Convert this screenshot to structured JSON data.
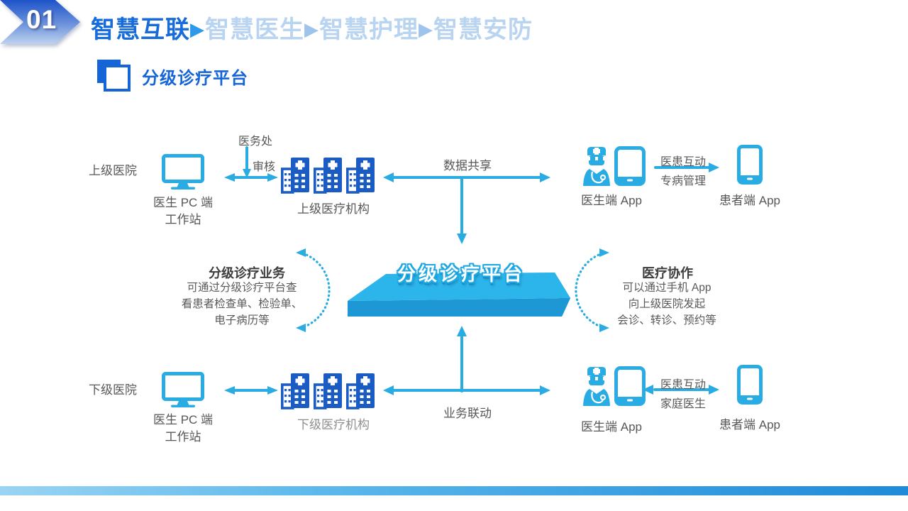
{
  "header": {
    "badge_number": "01",
    "separator": "▶",
    "title_active": "智慧互联",
    "title_rest": [
      "智慧医生",
      "智慧护理",
      "智慧安防"
    ],
    "subtitle": "分级诊疗平台"
  },
  "platform": {
    "label": "分级诊疗平台"
  },
  "upper": {
    "hospital": "上级医院",
    "ws1": "医生 PC 端",
    "ws2": "工作站",
    "dept": "医务处",
    "review": "审核",
    "org": "上级医疗机构",
    "share": "数据共享",
    "doctor_app": "医生端 App",
    "interact": "医患互动",
    "manage": "专病管理",
    "patient_app": "患者端 App"
  },
  "left_block": {
    "title": "分级诊疗业务",
    "line1": "可通过分级诊疗平台查",
    "line2": "看患者检查单、检验单、",
    "line3": "电子病历等"
  },
  "right_block": {
    "title": "医疗协作",
    "line1": "可以通过手机 App",
    "line2": "向上级医院发起",
    "line3": "会诊、转诊、预约等"
  },
  "lower": {
    "hospital": "下级医院",
    "ws1": "医生 PC 端",
    "ws2": "工作站",
    "org": "下级医疗机构",
    "linkage": "业务联动",
    "doctor_app": "医生端 App",
    "interact": "医患互动",
    "family": "家庭医生",
    "patient_app": "患者端 App"
  },
  "colors": {
    "title_blue": "#176bdb",
    "subtitle_blue": "#1565d8",
    "cyan": "#29ace3",
    "building_blue": "#1a5cc4",
    "platform_top": "#2cb5ea",
    "platform_front": "#1e97d5"
  }
}
